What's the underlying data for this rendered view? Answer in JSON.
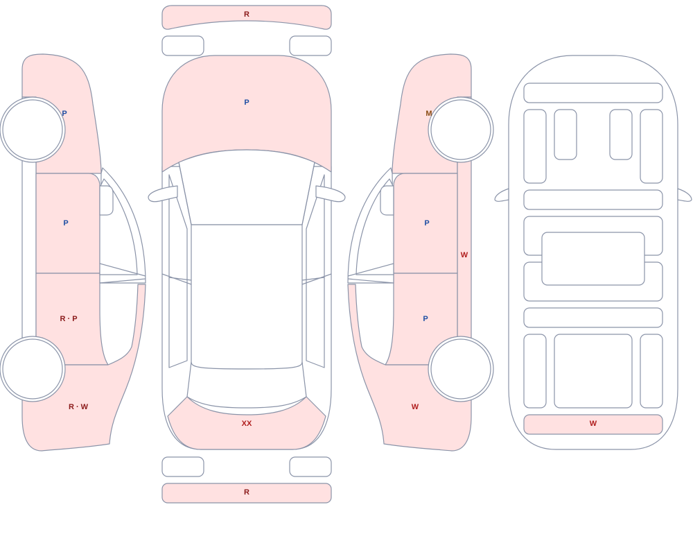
{
  "colors": {
    "outline": "#8a93a8",
    "damaged_fill": "#ffe1e1",
    "plain_fill": "#ffffff",
    "code_P": "#1f4fa3",
    "code_R": "#8b1a1a",
    "code_W": "#b01e1e",
    "code_XX": "#b01e1e",
    "code_M": "#8a4b12"
  },
  "labels": {
    "front_bumper": "R",
    "hood": "P",
    "rear_door_left": "R · P",
    "front_door_left": "P",
    "fender_left": "P",
    "quarter_left": "R · W",
    "trunk_lid": "XX",
    "rear_bumper": "R",
    "fender_right": "M",
    "front_door_right": "P",
    "rear_door_right": "P",
    "rocker_right": "W",
    "quarter_right": "W",
    "floor_rear_panel": "W"
  }
}
